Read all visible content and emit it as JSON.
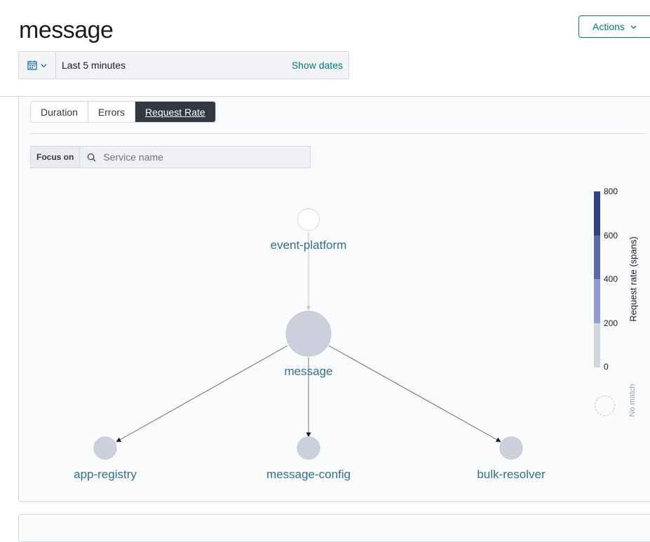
{
  "header": {
    "title": "message",
    "actions_label": "Actions"
  },
  "date_picker": {
    "range": "Last 5 minutes",
    "show_dates": "Show dates"
  },
  "tabs": [
    {
      "label": "Duration",
      "active": false
    },
    {
      "label": "Errors",
      "active": false
    },
    {
      "label": "Request Rate",
      "active": true
    }
  ],
  "focus": {
    "label": "Focus on",
    "placeholder": "Service name"
  },
  "service_map": {
    "nodes": [
      {
        "id": "event-platform",
        "label": "event-platform"
      },
      {
        "id": "message",
        "label": "message"
      },
      {
        "id": "app-registry",
        "label": "app-registry"
      },
      {
        "id": "message-config",
        "label": "message-config"
      },
      {
        "id": "bulk-resolver",
        "label": "bulk-resolver"
      }
    ],
    "edges": [
      {
        "from": "event-platform",
        "to": "message"
      },
      {
        "from": "message",
        "to": "app-registry"
      },
      {
        "from": "message",
        "to": "message-config"
      },
      {
        "from": "message",
        "to": "bulk-resolver"
      }
    ],
    "colors": {
      "node_fill": "#cdd0dc",
      "edge": "#6a6a6a",
      "label": "#31708f"
    }
  },
  "legend": {
    "title": "Request rate (spans)",
    "ticks": [
      "800",
      "600",
      "400",
      "200",
      "0"
    ],
    "bands": [
      "#303f86",
      "#5b67a8",
      "#949bd0",
      "#d3d5dc"
    ],
    "no_match": "No match"
  }
}
